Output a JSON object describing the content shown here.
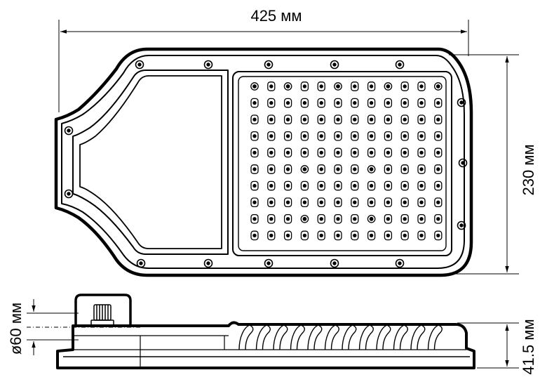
{
  "dimensions": {
    "width_label": "425 мм",
    "height_label": "230 мм",
    "pipe_diameter_label": "ø60 мм",
    "profile_height_label": "41.5 мм"
  },
  "led_grid": {
    "rows": 10,
    "cols": 12,
    "marked_cells": [
      [
        0,
        0
      ],
      [
        2,
        0
      ],
      [
        5,
        0
      ],
      [
        8,
        0
      ],
      [
        11,
        0
      ],
      [
        3,
        5
      ],
      [
        3,
        8
      ],
      [
        7,
        5
      ],
      [
        7,
        8
      ]
    ]
  },
  "colors": {
    "line": "#000000",
    "background": "#ffffff"
  }
}
